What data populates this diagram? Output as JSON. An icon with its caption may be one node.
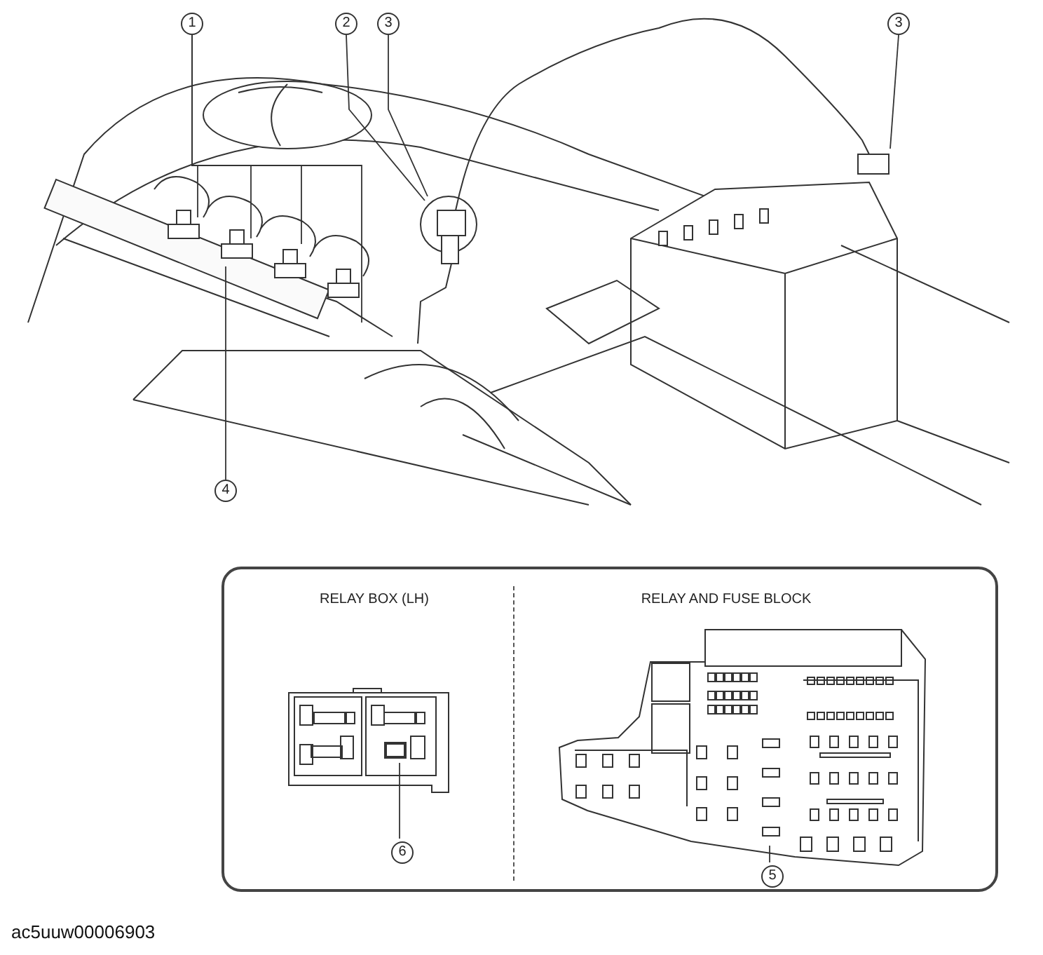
{
  "diagram": {
    "nodes": [
      {
        "text": [
          "1"
        ]
      },
      {
        "text": [
          "2"
        ]
      },
      {
        "text": [
          "3"
        ]
      },
      {
        "text": [
          "3"
        ]
      },
      {
        "text": [
          "4"
        ]
      },
      {
        "text": [
          "RELAY BOX (LH)",
          "RELAY AND FUSE BLOCK"
        ]
      },
      {
        "text": [
          "6"
        ],
        "in": 5
      },
      {
        "text": [
          "5"
        ],
        "in": 5
      }
    ],
    "edges": [
      {
        "from": 0,
        "to": null,
        "arrow": "none"
      },
      {
        "from": 0,
        "to": null,
        "arrow": "none"
      },
      {
        "from": 0,
        "to": null,
        "arrow": "none"
      },
      {
        "from": 0,
        "to": null,
        "arrow": "none"
      },
      {
        "from": 1,
        "to": null,
        "arrow": "none"
      },
      {
        "from": 2,
        "to": null,
        "arrow": "none"
      },
      {
        "from": 3,
        "to": null,
        "arrow": "none"
      },
      {
        "from": 4,
        "to": null,
        "arrow": "none"
      },
      {
        "from": 6,
        "to": null,
        "arrow": "none"
      },
      {
        "from": 7,
        "to": null,
        "arrow": "none"
      }
    ],
    "labels": [
      "ac5uuw00006903"
    ]
  }
}
